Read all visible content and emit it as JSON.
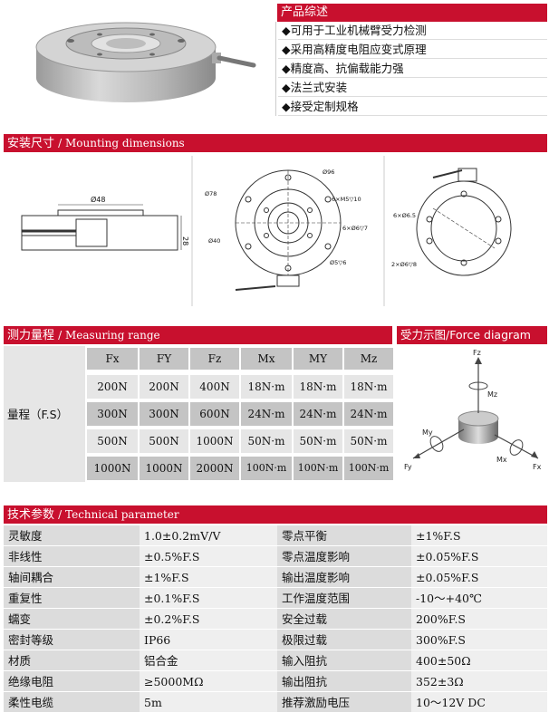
{
  "overview": {
    "title": "产品综述",
    "features": [
      "◆可用于工业机械臂受力检测",
      "◆采用高精度电阻应变式原理",
      "◆精度高、抗偏载能力强",
      "◆法兰式安装",
      "◆接受定制规格"
    ]
  },
  "mounting": {
    "title_cn": "安装尺寸",
    "title_en": "/ Mounting dimensions",
    "dims": {
      "d48": "Ø48",
      "h28": "28",
      "d96": "Ø96",
      "d78": "Ø78",
      "d40": "Ø40",
      "m5": "6×M5▽10",
      "d6_7": "6×Ø6▽7",
      "d5_6": "Ø5▽6",
      "d6_5": "6×Ø6.5",
      "d6_8": "2×Ø6▽8"
    }
  },
  "range": {
    "title_cn": "测力量程",
    "title_en": "/ Measuring range",
    "row_label": "量程（F.S）",
    "headers": [
      "Fx",
      "FY",
      "Fz",
      "Mx",
      "MY",
      "Mz"
    ],
    "rows": [
      [
        "200N",
        "200N",
        "400N",
        "18N·m",
        "18N·m",
        "18N·m"
      ],
      [
        "300N",
        "300N",
        "600N",
        "24N·m",
        "24N·m",
        "24N·m"
      ],
      [
        "500N",
        "500N",
        "1000N",
        "50N·m",
        "50N·m",
        "50N·m"
      ],
      [
        "1000N",
        "1000N",
        "2000N",
        "100N·m",
        "100N·m",
        "100N·m"
      ]
    ]
  },
  "force": {
    "title": "受力示图/Force diagram",
    "labels": {
      "fz": "Fz",
      "mz": "Mz",
      "my": "My",
      "fy": "Fy",
      "mx": "Mx",
      "fx": "Fx"
    }
  },
  "technical": {
    "title_cn": "技术参数",
    "title_en": "/ Technical parameter",
    "rows": [
      [
        "灵敏度",
        "1.0±0.2mV/V",
        "零点平衡",
        "±1%F.S"
      ],
      [
        "非线性",
        "±0.5%F.S",
        "零点温度影响",
        "±0.05%F.S"
      ],
      [
        "轴间耦合",
        "±1%F.S",
        "输出温度影响",
        "±0.05%F.S"
      ],
      [
        "重复性",
        "±0.1%F.S",
        "工作温度范围",
        "-10～+40℃"
      ],
      [
        "蠕变",
        "±0.2%F.S",
        "安全过载",
        "200%F.S"
      ],
      [
        "密封等级",
        "IP66",
        "极限过载",
        "300%F.S"
      ],
      [
        "材质",
        "铝合金",
        "输入阻抗",
        "400±50Ω"
      ],
      [
        "绝缘电阻",
        "≥5000MΩ",
        "输出阻抗",
        "352±3Ω"
      ],
      [
        "柔性电缆",
        "5m",
        "推荐激励电压",
        "10～12V DC"
      ]
    ]
  },
  "colors": {
    "accent": "#c8102e",
    "cell_dark": "#c4c4c4",
    "cell_light": "#e6e6e6"
  }
}
